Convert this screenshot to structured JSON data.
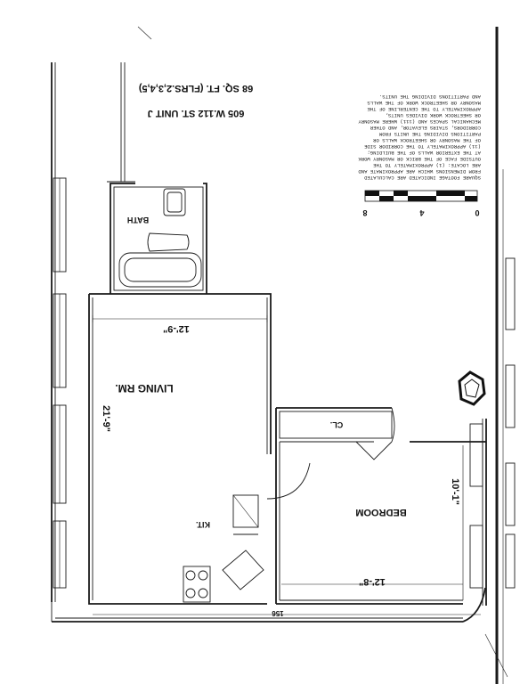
{
  "title": {
    "line1": "605 W.112 ST. UNIT J",
    "line2": "68 SQ. FT. (FLRS.2,3,4,5)"
  },
  "rooms": {
    "living": "LIVING RM.",
    "bedroom": "BEDROOM",
    "bath": "BATH",
    "kitchen": "KIT.",
    "closet": "CL."
  },
  "dimensions": {
    "living_width": "12'-9\"",
    "living_length": "21'-9\"",
    "bedroom_width": "12'-8\"",
    "bedroom_length": "10'-1\"",
    "overall": "156"
  },
  "scale": {
    "labels": [
      "0",
      "4",
      "8"
    ]
  },
  "notes": [
    "SQUARE FOOTAGE INDICATED ARE CALCULATED",
    "FROM DIMENSIONS WHICH ARE APPROXIMATE AND",
    "ARE LOCATE: (1) APPROXIMATELY TO THE",
    "OUTSIDE FACE OF THE BRICK OR MASONRY WORK",
    "AT THE EXTERIOR WALLS OF THE BUILDING;",
    "(11) APPROXIMATELY TO THE CORRIDOR SIDE",
    "OF THE MASONRY OR SHEETROCK WALLS OR",
    "PARTITIONS DIVIDING THE UNITS FROM",
    "CORRIDORS, STAIRS ELEVATOR, AND OTHER",
    "MECHANICAL SPACES AND (111) WHERE MASONRY",
    "OR SHEETROCK WORK DIVIDES UNITS,",
    "APPROXIMATELY TO THE CENTERLINE OF THE",
    "MASONRY OR SHEETROCK WORK OF THE WALLS",
    "AND PARTITIONS DIVIDING THE UNITS."
  ]
}
